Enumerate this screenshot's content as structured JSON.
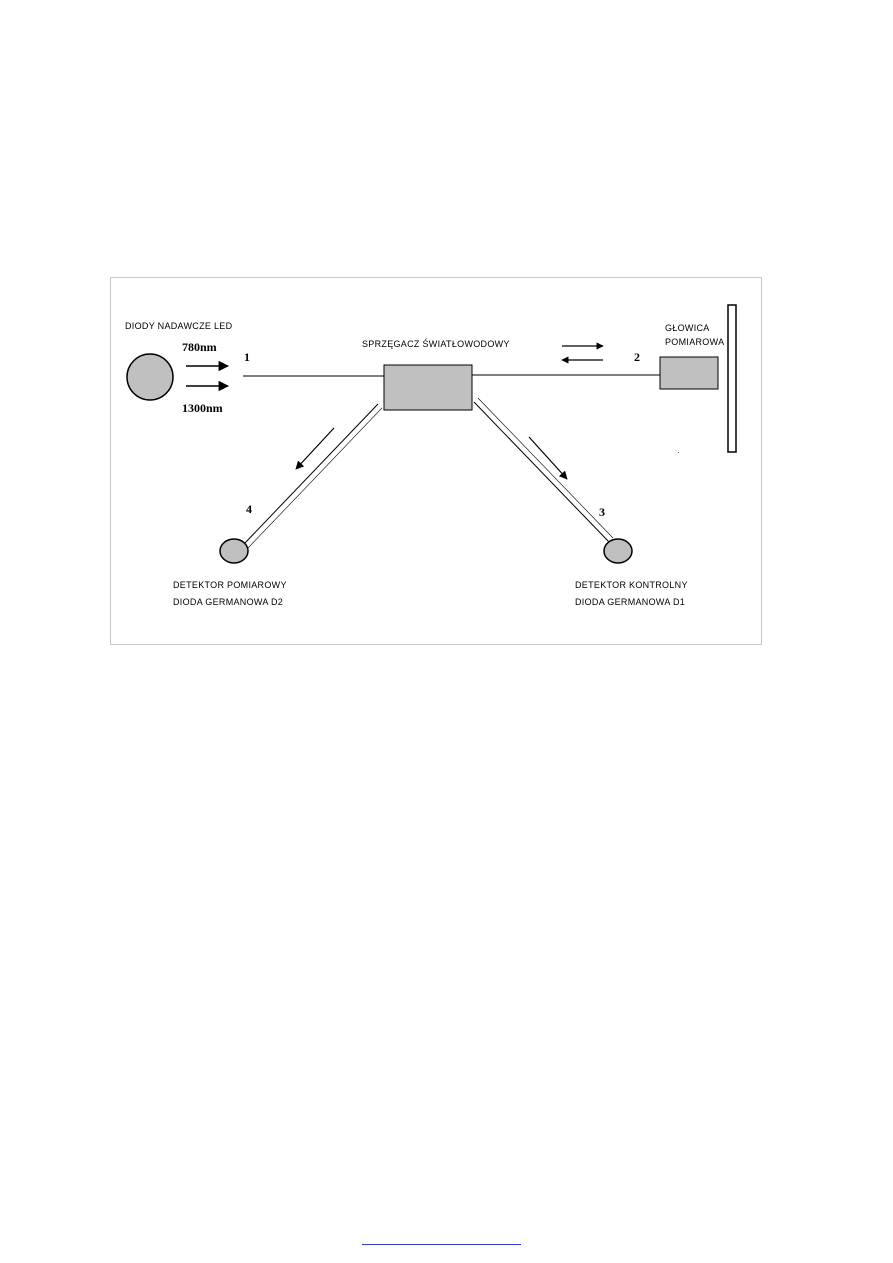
{
  "diagram": {
    "labels": {
      "led_sources": "DIODY NADAWCZE LED",
      "wavelength_1": "780nm",
      "wavelength_2": "1300nm",
      "coupler": "SPRZĘGACZ ŚWIATŁOWODOWY",
      "head_line1": "GŁOWICA",
      "head_line2": "POMIAROWA",
      "measure_detector_line1": "DETEKTOR POMIAROWY",
      "measure_detector_line2": "DIODA GERMANOWA D2",
      "control_detector_line1": "DETEKTOR KONTROLNY",
      "control_detector_line2": "DIODA GERMANOWA D1"
    },
    "ports": {
      "port_1": "1",
      "port_2": "2",
      "port_3": "3",
      "port_4": "4"
    },
    "colors": {
      "component_fill": "#c0c0c0",
      "stroke": "#000000",
      "frame": "#c8c8c8",
      "link_underline": "#2f3fc8"
    }
  }
}
